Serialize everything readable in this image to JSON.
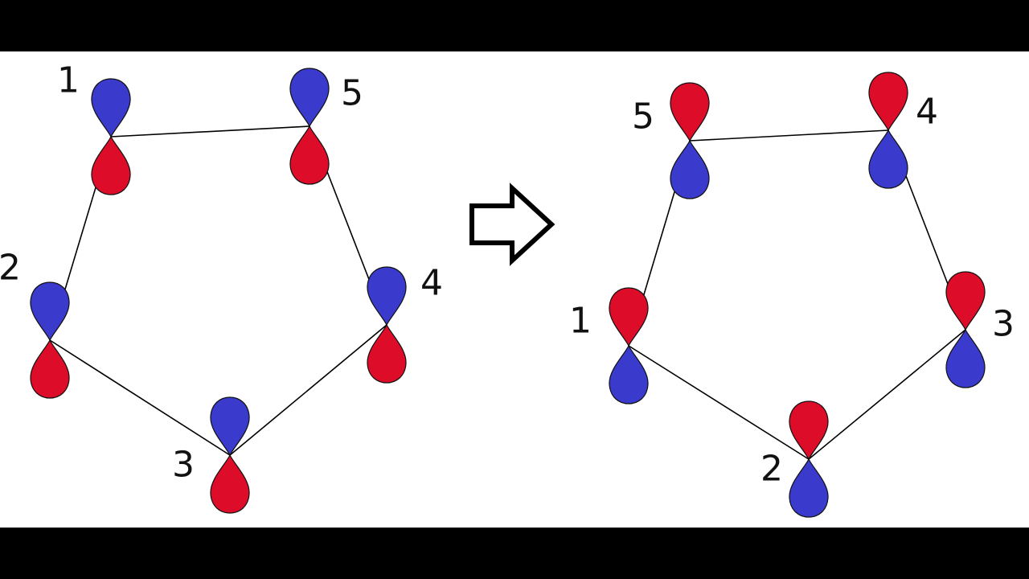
{
  "colors": {
    "background": "#000000",
    "panel": "#ffffff",
    "blue_lobe": "#3a3acc",
    "red_lobe": "#dd0d2a",
    "line": "#000000"
  },
  "arrow": {
    "icon": "hollow-right-arrow-icon",
    "direction": "right"
  },
  "left_ring": {
    "atoms": [
      {
        "label": "1",
        "top_lobe": "blue",
        "bottom_lobe": "red"
      },
      {
        "label": "2",
        "top_lobe": "blue",
        "bottom_lobe": "red"
      },
      {
        "label": "3",
        "top_lobe": "blue",
        "bottom_lobe": "red"
      },
      {
        "label": "4",
        "top_lobe": "blue",
        "bottom_lobe": "red"
      },
      {
        "label": "5",
        "top_lobe": "blue",
        "bottom_lobe": "red"
      }
    ],
    "bonds": [
      [
        "1",
        "5"
      ],
      [
        "1",
        "2"
      ],
      [
        "2",
        "3"
      ],
      [
        "3",
        "4"
      ],
      [
        "4",
        "5"
      ]
    ]
  },
  "right_ring": {
    "atoms": [
      {
        "label": "5",
        "top_lobe": "red",
        "bottom_lobe": "blue"
      },
      {
        "label": "4",
        "top_lobe": "red",
        "bottom_lobe": "blue"
      },
      {
        "label": "1",
        "top_lobe": "red",
        "bottom_lobe": "blue"
      },
      {
        "label": "3",
        "top_lobe": "red",
        "bottom_lobe": "blue"
      },
      {
        "label": "2",
        "top_lobe": "red",
        "bottom_lobe": "blue"
      }
    ],
    "bonds": [
      [
        "5",
        "4"
      ],
      [
        "5",
        "1"
      ],
      [
        "1",
        "2"
      ],
      [
        "2",
        "3"
      ],
      [
        "3",
        "4"
      ]
    ]
  }
}
